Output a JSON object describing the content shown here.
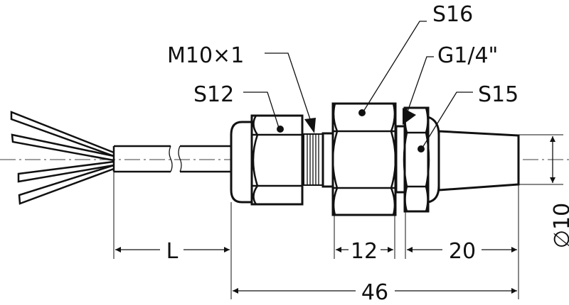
{
  "labels": {
    "s16": "S16",
    "m10": "M10×1",
    "g14": "G1/4\"",
    "s12": "S12",
    "s15": "S15"
  },
  "dimensions": {
    "cable_length": "L",
    "nut_width": "12",
    "tail_length": "20",
    "overall_length": "46",
    "diameter": "∅10"
  },
  "colors": {
    "line": "#111111",
    "centerline": "#666666"
  }
}
